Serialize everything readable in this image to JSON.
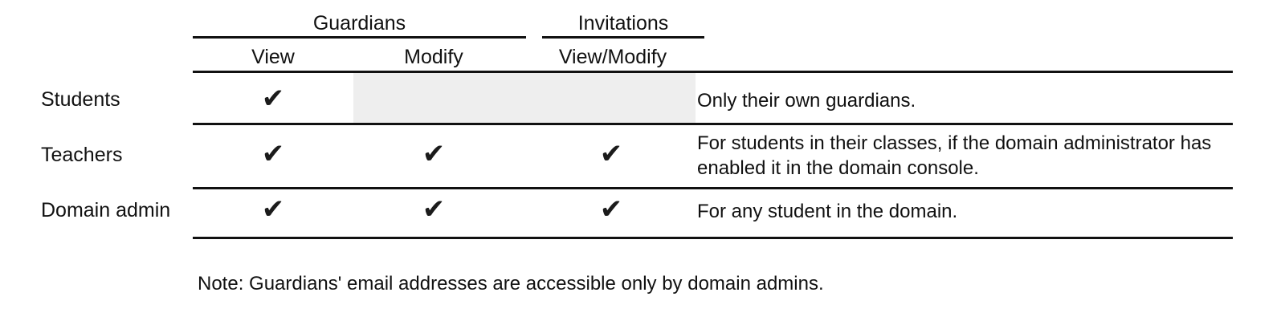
{
  "table": {
    "group_headers": [
      {
        "id": "guardians",
        "label": "Guardians"
      },
      {
        "id": "invitations",
        "label": "Invitations"
      }
    ],
    "column_headers": [
      {
        "id": "view",
        "label": "View",
        "group": "Guardians"
      },
      {
        "id": "modify",
        "label": "Modify",
        "group": "Guardians"
      },
      {
        "id": "viewmodify",
        "label": "View/Modify",
        "group": "Invitations"
      }
    ],
    "check_glyph": "✔",
    "rows": [
      {
        "id": "students",
        "label": "Students",
        "guardians_view": true,
        "guardians_modify": false,
        "invitations_viewmodify": false,
        "disabled_cells_shaded": true,
        "note": "Only their own guardians."
      },
      {
        "id": "teachers",
        "label": "Teachers",
        "guardians_view": true,
        "guardians_modify": true,
        "invitations_viewmodify": true,
        "disabled_cells_shaded": false,
        "note": "For students in their classes, if the domain administrator has enabled it in the domain console."
      },
      {
        "id": "domain-admin",
        "label": "Domain admin",
        "guardians_view": true,
        "guardians_modify": true,
        "invitations_viewmodify": true,
        "disabled_cells_shaded": false,
        "note": "For any student in the domain."
      }
    ]
  },
  "footnote": "Note: Guardians' email addresses are accessible only by domain admins.",
  "colors": {
    "text": "#111111",
    "rule": "#111111",
    "shade": "#eeeeee",
    "check": "#1b1b1b",
    "background": "#ffffff"
  }
}
